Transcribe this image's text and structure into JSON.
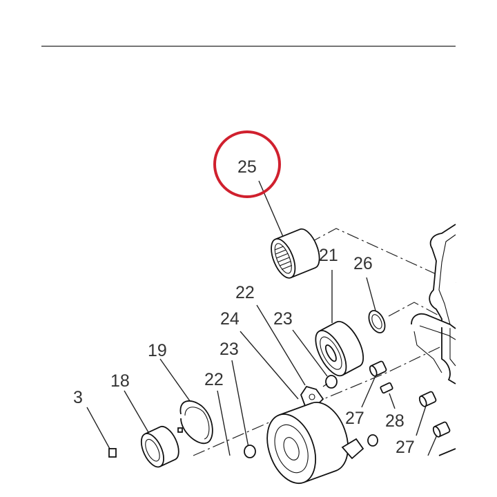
{
  "colors": {
    "highlight": "#d0202e",
    "line": "#222222",
    "text": "#333333"
  },
  "highlight_label": "25",
  "labels": {
    "p25": "25",
    "p21": "21",
    "p26": "26",
    "p22a": "22",
    "p24": "24",
    "p23a": "23",
    "p19": "19",
    "p23b": "23",
    "p18": "18",
    "p22b": "22",
    "p3": "3",
    "p27a": "27",
    "p28": "28",
    "p27b": "27"
  }
}
